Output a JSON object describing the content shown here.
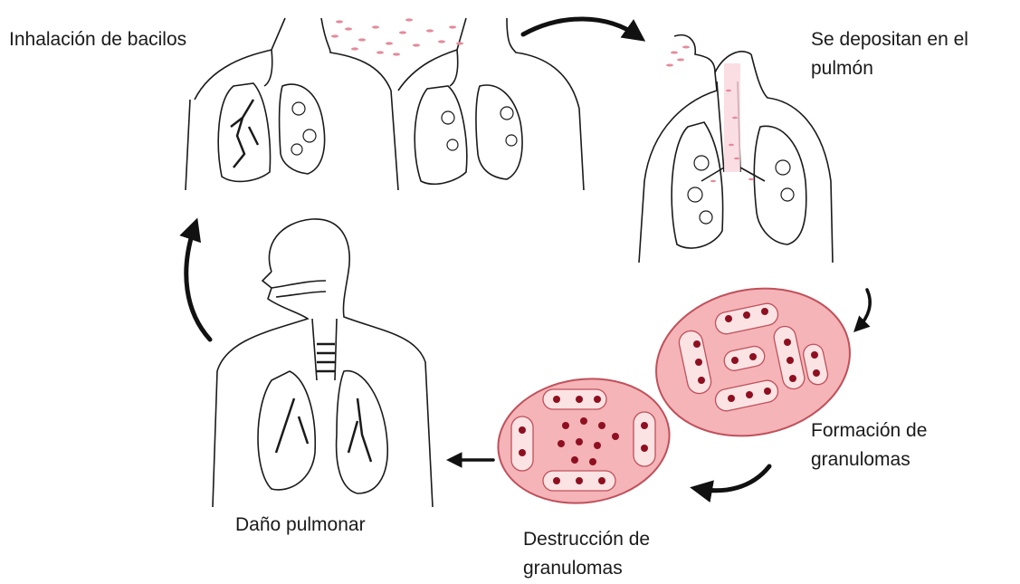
{
  "labels": {
    "inhalation": "Inhalación de bacilos",
    "deposit_line1": "Se depositan en el",
    "deposit_line2": "pulmón",
    "formation_line1": "Formación de",
    "formation_line2": "granulomas",
    "destruction_line1": "Destrucción de",
    "destruction_line2": "granulomas",
    "damage": "Daño pulmonar"
  },
  "colors": {
    "outline": "#1a1a1a",
    "bacilli": "#e48b9c",
    "granuloma_fill": "#f4b4b8",
    "granuloma_border": "#c0505a",
    "cell_fill": "#fbe3e4",
    "nucleus": "#8e1020",
    "arrow": "#111111"
  },
  "icons": [
    "cycle-arrow-icon",
    "lungs-icon",
    "granuloma-icon"
  ]
}
